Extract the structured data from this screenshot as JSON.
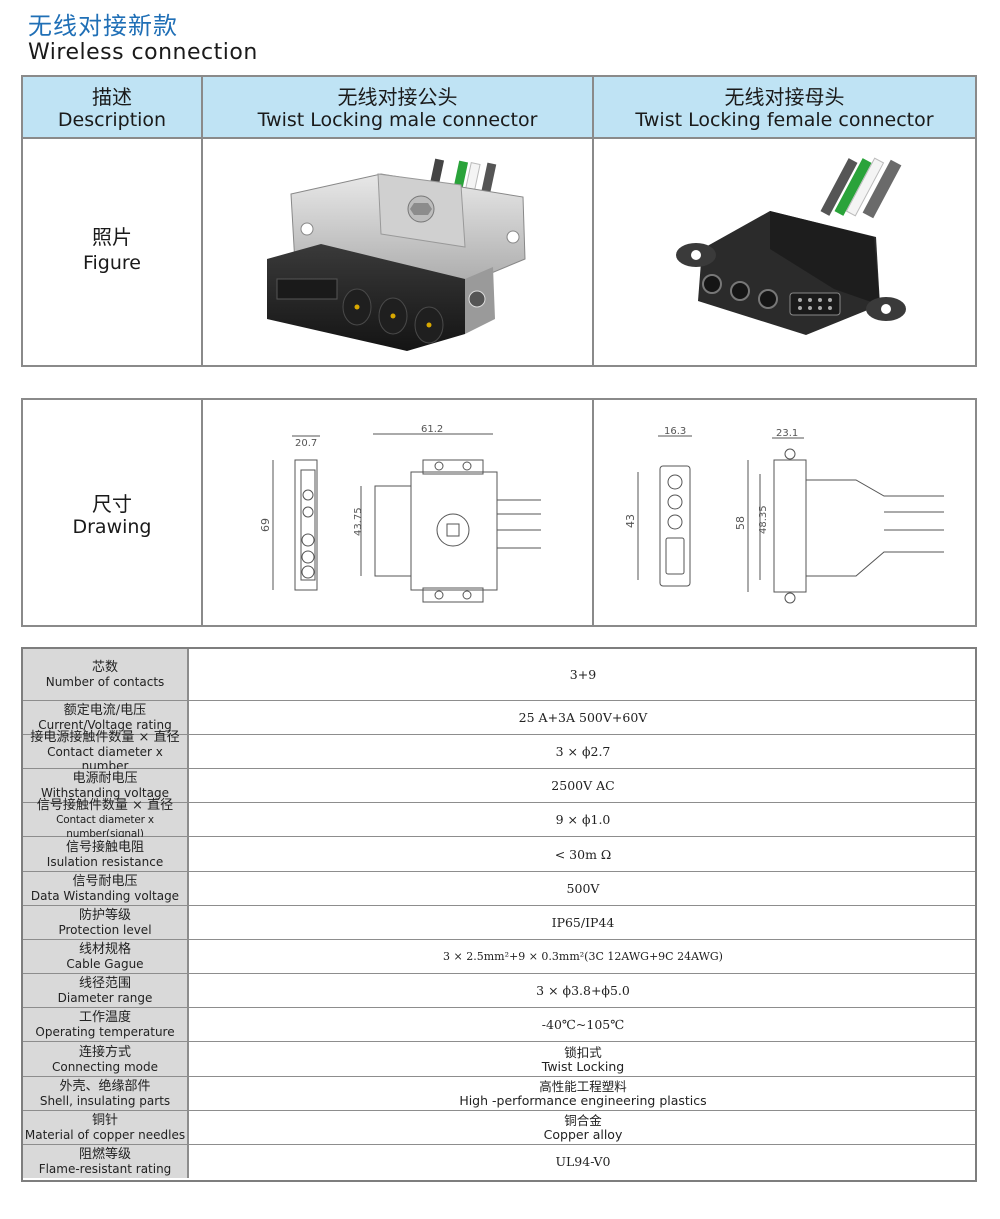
{
  "title": {
    "cn": "无线对接新款",
    "en": "Wireless connection"
  },
  "header": {
    "desc": {
      "cn": "描述",
      "en": "Description"
    },
    "male": {
      "cn": "无线对接公头",
      "en": "Twist Locking male connector"
    },
    "female": {
      "cn": "无线对接母头",
      "en": "Twist Locking female connector"
    }
  },
  "figure_row": {
    "cn": "照片",
    "en": "Figure"
  },
  "drawing_row": {
    "cn": "尺寸",
    "en": "Drawing",
    "male_dims": {
      "width": "20.7",
      "length": "61.2",
      "height": "69",
      "inner": "43.75"
    },
    "female_dims": {
      "width": "16.3",
      "length": "23.1",
      "height": "43",
      "outer": "58",
      "inner": "48.35"
    }
  },
  "specs": [
    {
      "label_cn": "芯数",
      "label_en": "Number of contacts",
      "value": "3+9"
    },
    {
      "label_cn": "额定电流/电压",
      "label_en": "Current/Voltage rating",
      "value": "25 A+3A   500V+60V"
    },
    {
      "label_cn": "接电源接触件数量 × 直径",
      "label_en": "Contact diameter x number",
      "value": "3 × ϕ2.7"
    },
    {
      "label_cn": "电源耐电压",
      "label_en": "Withstanding voltage",
      "value": "2500V AC"
    },
    {
      "label_cn": "信号接触件数量 × 直径",
      "label_en": "Contact diameter x number(signal)",
      "value": "9 × ϕ1.0"
    },
    {
      "label_cn": "信号接触电阻",
      "label_en": "Isulation resistance",
      "value": "< 30m Ω"
    },
    {
      "label_cn": "信号耐电压",
      "label_en": "Data Wistanding voltage",
      "value": "500V"
    },
    {
      "label_cn": "防护等级",
      "label_en": "Protection level",
      "value": "IP65/IP44"
    },
    {
      "label_cn": "线材规格",
      "label_en": "Cable Gague",
      "value": "3 × 2.5mm²+9 × 0.3mm²(3C 12AWG+9C  24AWG)"
    },
    {
      "label_cn": "线径范围",
      "label_en": "Diameter range",
      "value": "3 × ϕ3.8+ϕ5.0"
    },
    {
      "label_cn": "工作温度",
      "label_en": "Operating temperature",
      "value": "-40℃~105℃"
    },
    {
      "label_cn": "连接方式",
      "label_en": "Connecting mode",
      "value": "锁扣式",
      "value_en": "Twist Locking"
    },
    {
      "label_cn": "外壳、绝缘部件",
      "label_en": "Shell, insulating parts",
      "value": "高性能工程塑料",
      "value_en": "High -performance engineering plastics"
    },
    {
      "label_cn": "铜针",
      "label_en": "Material of copper needles",
      "value": "铜合金",
      "value_en": "Copper alloy"
    },
    {
      "label_cn": "阻燃等级",
      "label_en": "Flame-resistant rating",
      "value": "UL94-V0"
    }
  ],
  "colors": {
    "header_bg": "#bfe3f4",
    "label_bg": "#d9d9d9",
    "title_blue": "#1f6fb6",
    "border": "#8a8a8a"
  },
  "icons": [
    "male-connector-photo",
    "female-connector-photo",
    "male-connector-drawing",
    "female-connector-drawing"
  ]
}
